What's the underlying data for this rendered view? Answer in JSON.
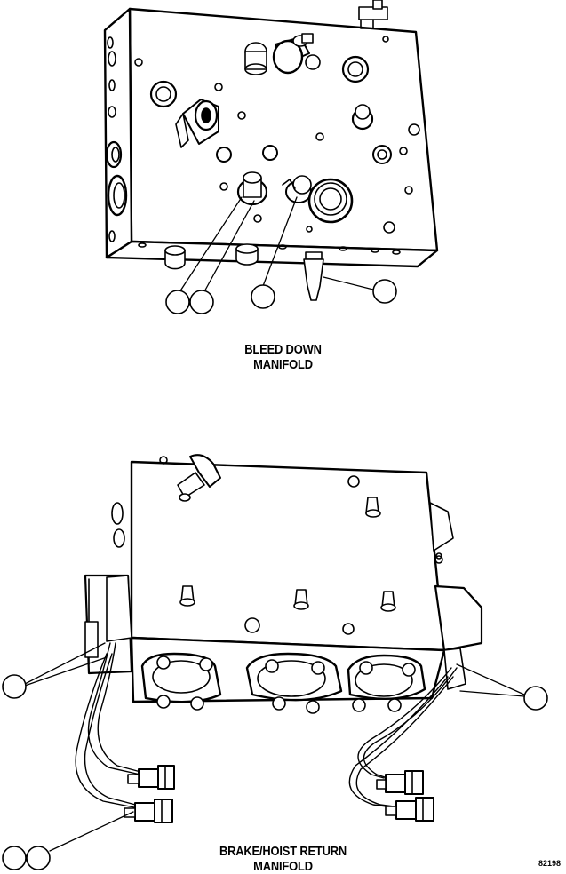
{
  "views": {
    "top": {
      "caption_line1": "BLEED DOWN",
      "caption_line2": "MANIFOLD"
    },
    "bottom": {
      "caption_line1": "BRAKE/HOIST RETURN",
      "caption_line2": "MANIFOLD"
    }
  },
  "figure_number": "82198"
}
